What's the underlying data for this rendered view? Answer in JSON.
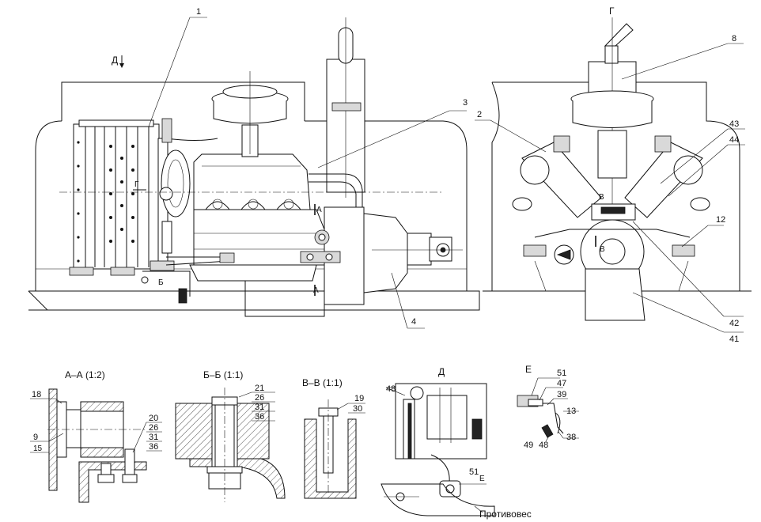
{
  "views": {
    "main_arrow": "Д",
    "side_view": "Г"
  },
  "callouts_main": {
    "c1": "1",
    "c3": "3",
    "c4": "4",
    "section_a_top": "А",
    "section_a_bottom": "А",
    "section_b": "Б",
    "section_g": "Г"
  },
  "callouts_side": {
    "c8": "8",
    "c2": "2",
    "c43": "43",
    "c44": "44",
    "c12": "12",
    "c42": "42",
    "c41": "41",
    "section_v_top": "В",
    "section_v_bottom": "В"
  },
  "details": {
    "aa": {
      "title": "А–А (1:2)",
      "labels": [
        "18",
        "9",
        "15",
        "20",
        "26",
        "31",
        "36"
      ]
    },
    "bb": {
      "title": "Б–Б (1:1)",
      "labels": [
        "21",
        "26",
        "31",
        "36"
      ]
    },
    "vv": {
      "title": "В–В (1:1)",
      "labels": [
        "19",
        "30"
      ]
    },
    "d": {
      "title": "Д",
      "labels": [
        "48",
        "51",
        "Е"
      ],
      "counterweight": "Противовес"
    },
    "e": {
      "title": "Е",
      "labels": [
        "51",
        "47",
        "39",
        "13",
        "38",
        "49",
        "48"
      ]
    }
  }
}
